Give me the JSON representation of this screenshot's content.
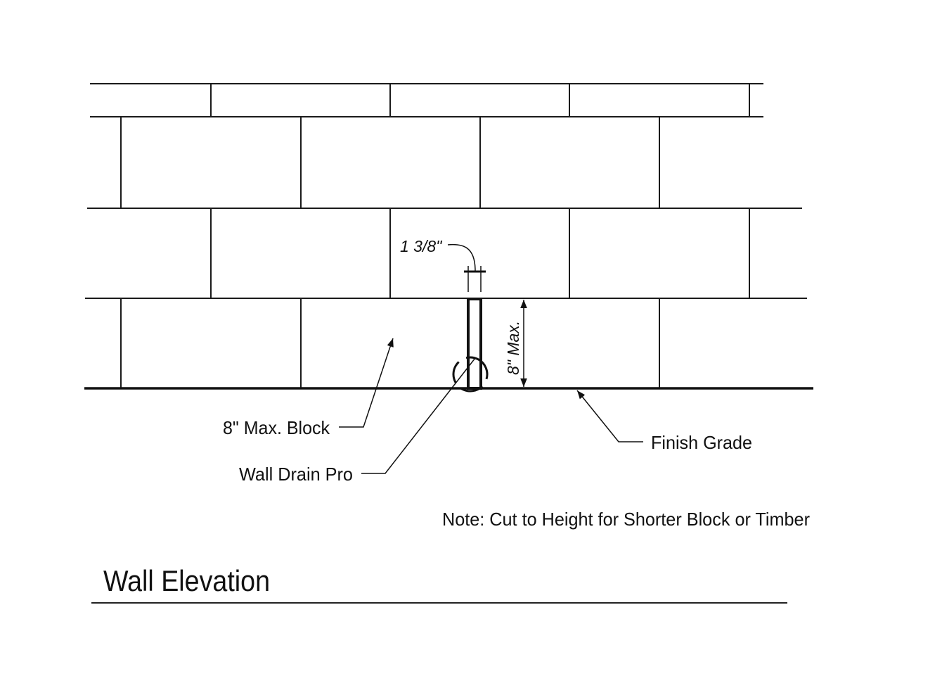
{
  "labels": {
    "dimension_width": "1 3/8\"",
    "dimension_height": "8\" Max.",
    "block": "8\" Max. Block",
    "drain": "Wall Drain Pro",
    "grade": "Finish Grade",
    "note": "Note: Cut to Height for Shorter Block or Timber"
  },
  "title": "Wall Elevation"
}
